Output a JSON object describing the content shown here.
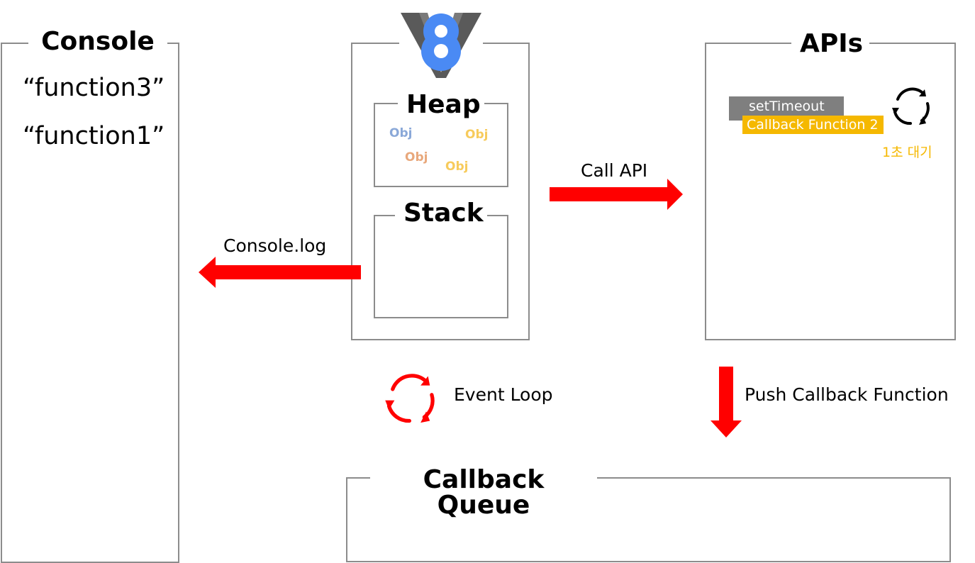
{
  "console": {
    "title": "Console",
    "lines": [
      "“function3”",
      "“function1”"
    ]
  },
  "engine": {
    "logo_icon": "v8-logo-icon",
    "heap": {
      "title": "Heap",
      "objects": [
        {
          "label": "Obj",
          "color": "#8aa8d8"
        },
        {
          "label": "Obj",
          "color": "#f7cb5c"
        },
        {
          "label": "Obj",
          "color": "#e8a87c"
        },
        {
          "label": "Obj",
          "color": "#f7cb5c"
        }
      ]
    },
    "stack": {
      "title": "Stack"
    }
  },
  "apis": {
    "title": "APIs",
    "set_timeout_label": "setTimeout",
    "callback_label": "Callback Function 2",
    "wait_label": "1초 대기",
    "colors": {
      "set_timeout_bg": "#7f7f7f",
      "callback_bg": "#f5b800",
      "wait_text": "#f5b800"
    }
  },
  "arrows": {
    "call_api_label": "Call API",
    "console_log_label": "Console.log",
    "push_callback_label": "Push Callback Function",
    "color": "#ff0000"
  },
  "event_loop": {
    "label": "Event Loop",
    "color": "#ff0000"
  },
  "callback_queue": {
    "title": "Callback Queue"
  }
}
